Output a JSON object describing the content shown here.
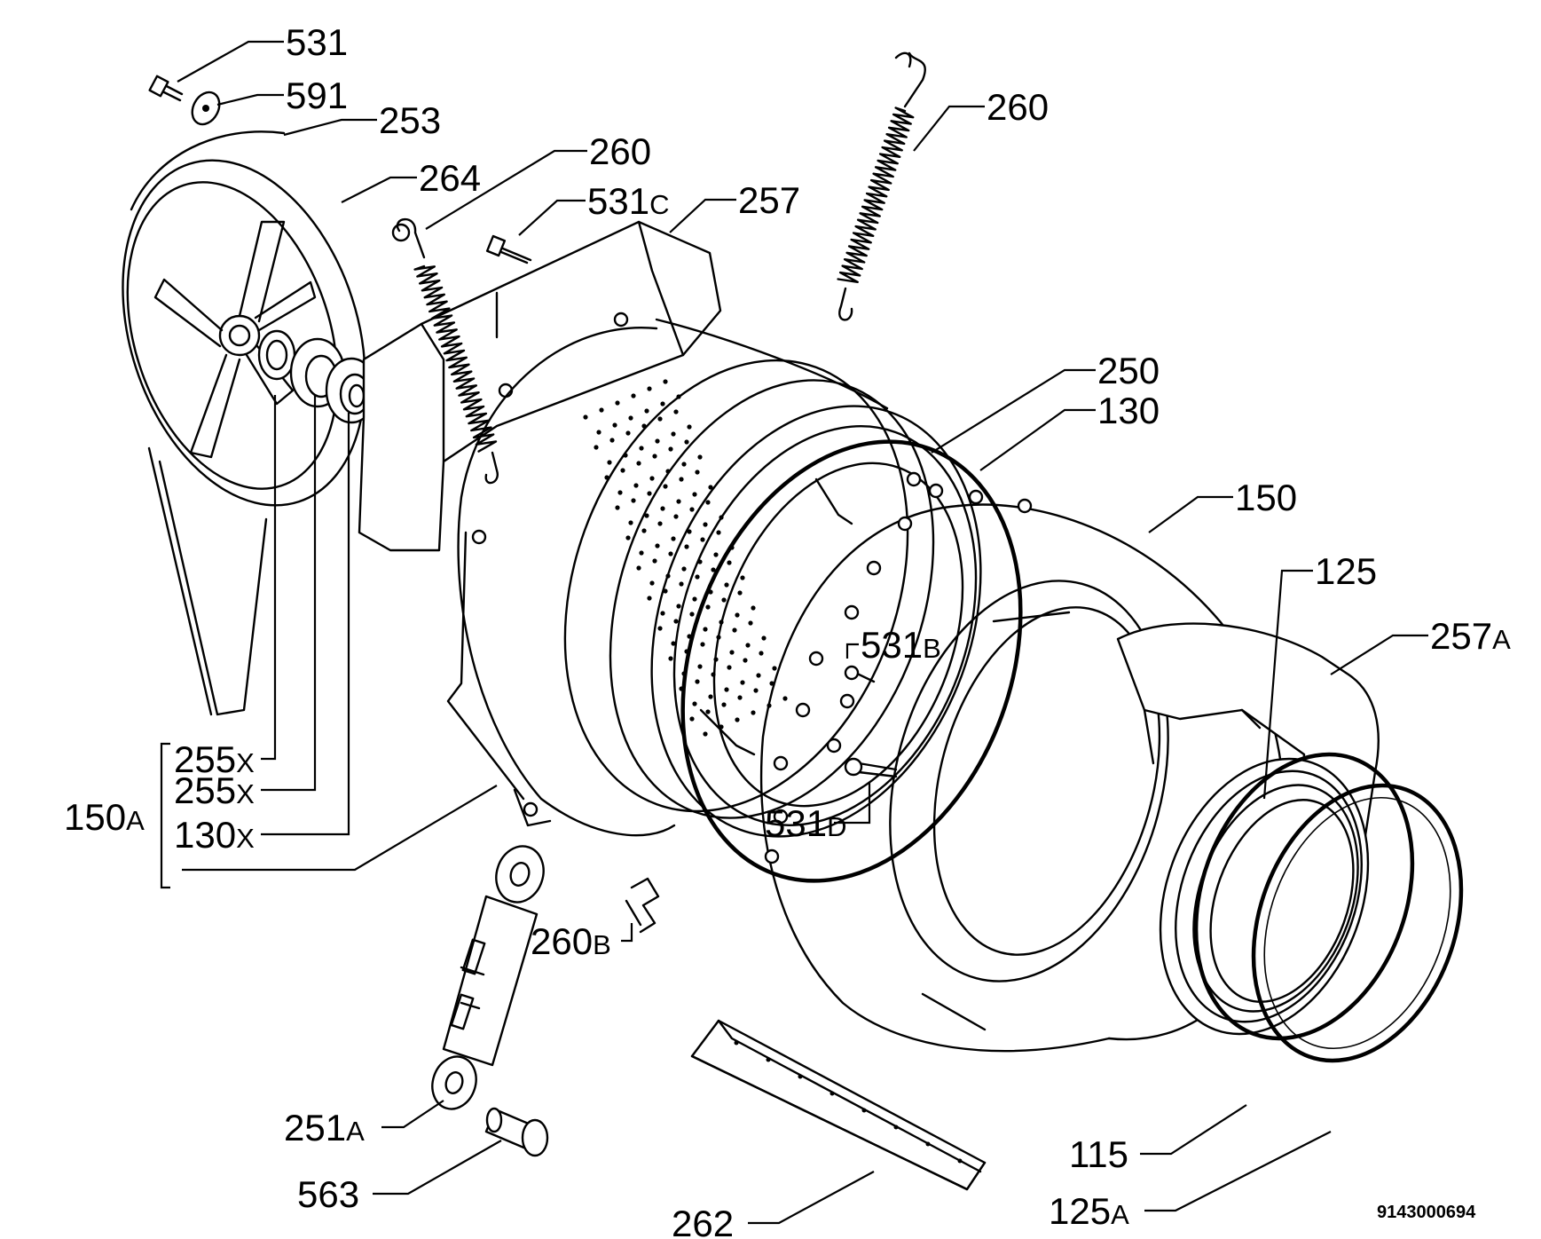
{
  "labels": {
    "l531": {
      "num": "531",
      "suffix": ""
    },
    "l591": {
      "num": "591",
      "suffix": ""
    },
    "l253": {
      "num": "253",
      "suffix": ""
    },
    "l264": {
      "num": "264",
      "suffix": ""
    },
    "l260a": {
      "num": "260",
      "suffix": ""
    },
    "l531c": {
      "num": "531",
      "suffix": "C"
    },
    "l257": {
      "num": "257",
      "suffix": ""
    },
    "l260b": {
      "num": "260",
      "suffix": ""
    },
    "l250": {
      "num": "250",
      "suffix": ""
    },
    "l130": {
      "num": "130",
      "suffix": ""
    },
    "l150": {
      "num": "150",
      "suffix": ""
    },
    "l125": {
      "num": "125",
      "suffix": ""
    },
    "l257a": {
      "num": "257",
      "suffix": "A"
    },
    "l531b": {
      "num": "531",
      "suffix": "B"
    },
    "l531d": {
      "num": "531",
      "suffix": "D"
    },
    "l255x1": {
      "num": "255",
      "suffix": "X"
    },
    "l255x2": {
      "num": "255",
      "suffix": "X"
    },
    "l130x": {
      "num": "130",
      "suffix": "X"
    },
    "l150a": {
      "num": "150",
      "suffix": "A"
    },
    "l260bb": {
      "num": "260",
      "suffix": "B"
    },
    "l251a": {
      "num": "251",
      "suffix": "A"
    },
    "l563": {
      "num": "563",
      "suffix": ""
    },
    "l262": {
      "num": "262",
      "suffix": ""
    },
    "l115": {
      "num": "115",
      "suffix": ""
    },
    "l125a": {
      "num": "125",
      "suffix": "A"
    }
  },
  "drawing_code": "9143000694"
}
